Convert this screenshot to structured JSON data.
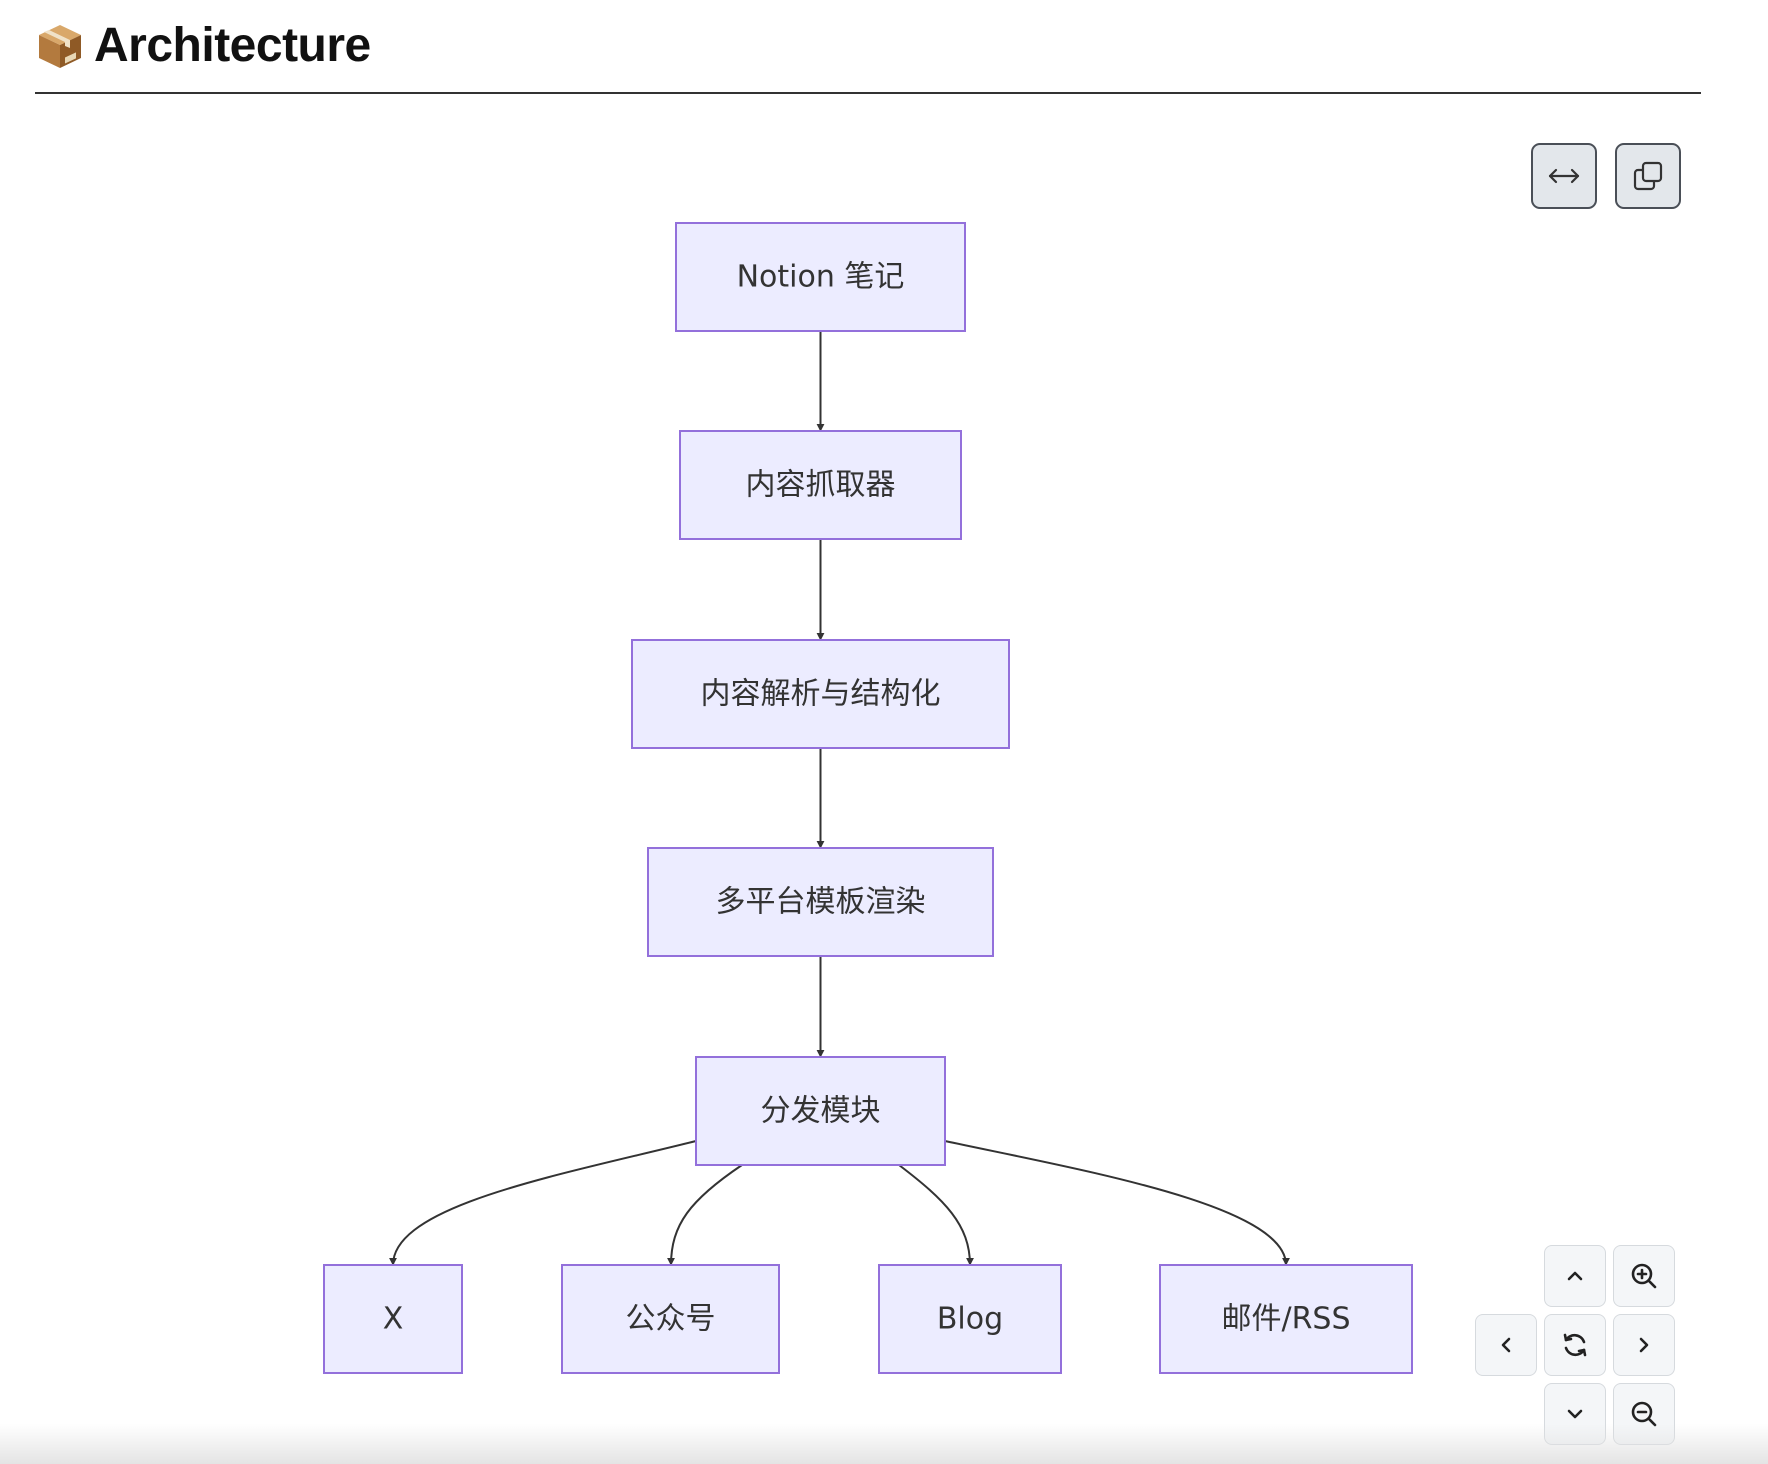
{
  "header": {
    "title": "Architecture",
    "icon": "package-icon"
  },
  "toolbar": {
    "buttons": [
      {
        "icon": "expand-horizontal-icon"
      },
      {
        "icon": "copy-icon"
      }
    ]
  },
  "diagram": {
    "nodes": [
      {
        "id": "notion",
        "label": "Notion 笔记"
      },
      {
        "id": "fetcher",
        "label": "内容抓取器"
      },
      {
        "id": "parser",
        "label": "内容解析与结构化"
      },
      {
        "id": "renderer",
        "label": "多平台模板渲染"
      },
      {
        "id": "dispatcher",
        "label": "分发模块"
      },
      {
        "id": "x",
        "label": "X"
      },
      {
        "id": "wechat",
        "label": "公众号"
      },
      {
        "id": "blog",
        "label": "Blog"
      },
      {
        "id": "mail",
        "label": "邮件/RSS"
      }
    ],
    "edges": [
      {
        "from": "notion",
        "to": "fetcher"
      },
      {
        "from": "fetcher",
        "to": "parser"
      },
      {
        "from": "parser",
        "to": "renderer"
      },
      {
        "from": "renderer",
        "to": "dispatcher"
      },
      {
        "from": "dispatcher",
        "to": "x"
      },
      {
        "from": "dispatcher",
        "to": "wechat"
      },
      {
        "from": "dispatcher",
        "to": "blog"
      },
      {
        "from": "dispatcher",
        "to": "mail"
      }
    ],
    "colors": {
      "node_fill": "#ececff",
      "node_stroke": "#9370db",
      "edge": "#333333",
      "text": "#333333"
    }
  },
  "controls": {
    "nav": [
      {
        "icon": "chevron-up-icon"
      },
      {
        "icon": "zoom-in-icon"
      },
      {
        "icon": "chevron-left-icon"
      },
      {
        "icon": "reset-icon"
      },
      {
        "icon": "chevron-right-icon"
      },
      {
        "icon": "chevron-down-icon"
      },
      {
        "icon": "zoom-out-icon"
      }
    ]
  }
}
